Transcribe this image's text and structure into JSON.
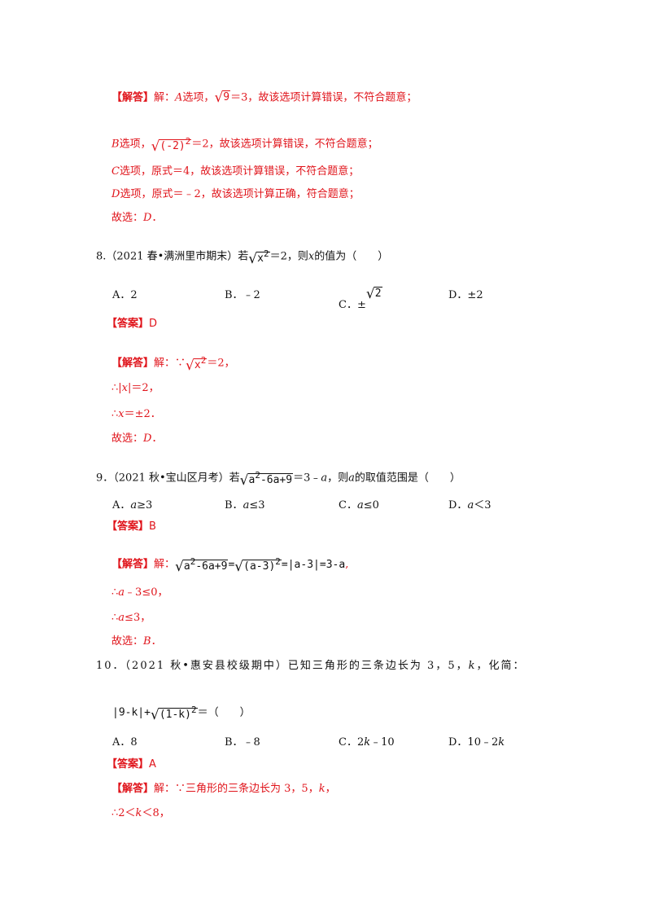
{
  "q7_solution": {
    "line1_label": "【解答】",
    "line1_prefix": "解：",
    "line1_var": "A",
    "line1_mid": "选项，",
    "line1_radicand": "9",
    "line1_rest": "＝3，故该选项计算错误，不符合题意；",
    "line2_var": "B",
    "line2_mid": "选项，",
    "line2_radicand": "(-2)",
    "line2_exp": "2",
    "line2_rest": "＝2，故该选项计算错误，不符合题意；",
    "line3_var": "C",
    "line3_rest": "选项，原式＝4，故该选项计算错误，不符合题意；",
    "line4_var": "D",
    "line4_rest": "选项，原式＝﹣2，故该选项计算正确，符合题意；",
    "line5_text": "故选：",
    "line5_var": "D",
    "line5_end": "．"
  },
  "q8": {
    "stem_prefix": "8.（2021 春•满洲里市期末）若",
    "stem_radicand": "x",
    "stem_exp": "2",
    "stem_mid": "＝2，则",
    "stem_var": "x",
    "stem_end": "的值为（　　）",
    "opt_a": "A．2",
    "opt_b": "B．﹣2",
    "opt_c_prefix": "C．±",
    "opt_c_radicand": "2",
    "opt_d": "D．±2",
    "answer_label": "【答案】",
    "answer_value": "D",
    "sol_label": "【解答】",
    "sol_prefix": "解：∵",
    "sol_radicand": "x",
    "sol_exp": "2",
    "sol_rest": "＝2，",
    "step1_prefix": "∴|",
    "step1_var": "x",
    "step1_rest": "|＝2，",
    "step2_prefix": "∴",
    "step2_var": "x",
    "step2_rest": "＝±2．",
    "end_text": "故选：",
    "end_var": "D",
    "end_end": "．"
  },
  "q9": {
    "stem_prefix": "9．（2021 秋•宝山区月考）若",
    "stem_radicand_a": "a",
    "stem_radicand_exp": "2",
    "stem_radicand_b": "-6a+9",
    "stem_mid": "＝3﹣",
    "stem_var": "a",
    "stem_mid2": "，则",
    "stem_var2": "a",
    "stem_end": "的取值范围是（　　）",
    "opt_a_prefix": "A．",
    "opt_a_var": "a",
    "opt_a_rest": "≥3",
    "opt_b_prefix": "B．",
    "opt_b_var": "a",
    "opt_b_rest": "≤3",
    "opt_c_prefix": "C．",
    "opt_c_var": "a",
    "opt_c_rest": "≤0",
    "opt_d_prefix": "D．",
    "opt_d_var": "a",
    "opt_d_rest": "＜3",
    "answer_label": "【答案】",
    "answer_value": "B",
    "sol_label": "【解答】",
    "sol_prefix": "解：",
    "sol_r1_a": "a",
    "sol_r1_exp": "2",
    "sol_r1_b": "-6a+9",
    "sol_eq1": "=",
    "sol_r2": "(a-3)",
    "sol_r2_exp": "2",
    "sol_eq2": "=",
    "sol_abs": "|a-3|=3-a",
    "sol_comma": ",",
    "step1_prefix": "∴",
    "step1_var": "a",
    "step1_rest": "﹣3≤0，",
    "step2_prefix": "∴",
    "step2_var": "a",
    "step2_rest": "≤3，",
    "end_text": "故选：",
    "end_var": "B",
    "end_end": "．"
  },
  "q10": {
    "stem_prefix": "10．（2021 秋•惠安县校级期中）已知三角形的三条边长为 3，5，",
    "stem_var": "k",
    "stem_end": "，化简：",
    "expr_abs": "|9-k|",
    "expr_plus": "+",
    "expr_radicand": "(1-k)",
    "expr_exp": "2",
    "expr_end": "＝（　　）",
    "opt_a": "A．8",
    "opt_b": "B．﹣8",
    "opt_c_prefix": "C．2",
    "opt_c_var": "k",
    "opt_c_rest": "﹣10",
    "opt_d_prefix": "D．10﹣2",
    "opt_d_var": "k",
    "answer_label": "【答案】",
    "answer_value": "A",
    "sol_label": "【解答】",
    "sol_prefix": "解：∵三角形的三条边长为 3，5，",
    "sol_var": "k",
    "sol_end": "，",
    "step1_prefix": "∴2＜",
    "step1_var": "k",
    "step1_rest": "＜8，"
  }
}
